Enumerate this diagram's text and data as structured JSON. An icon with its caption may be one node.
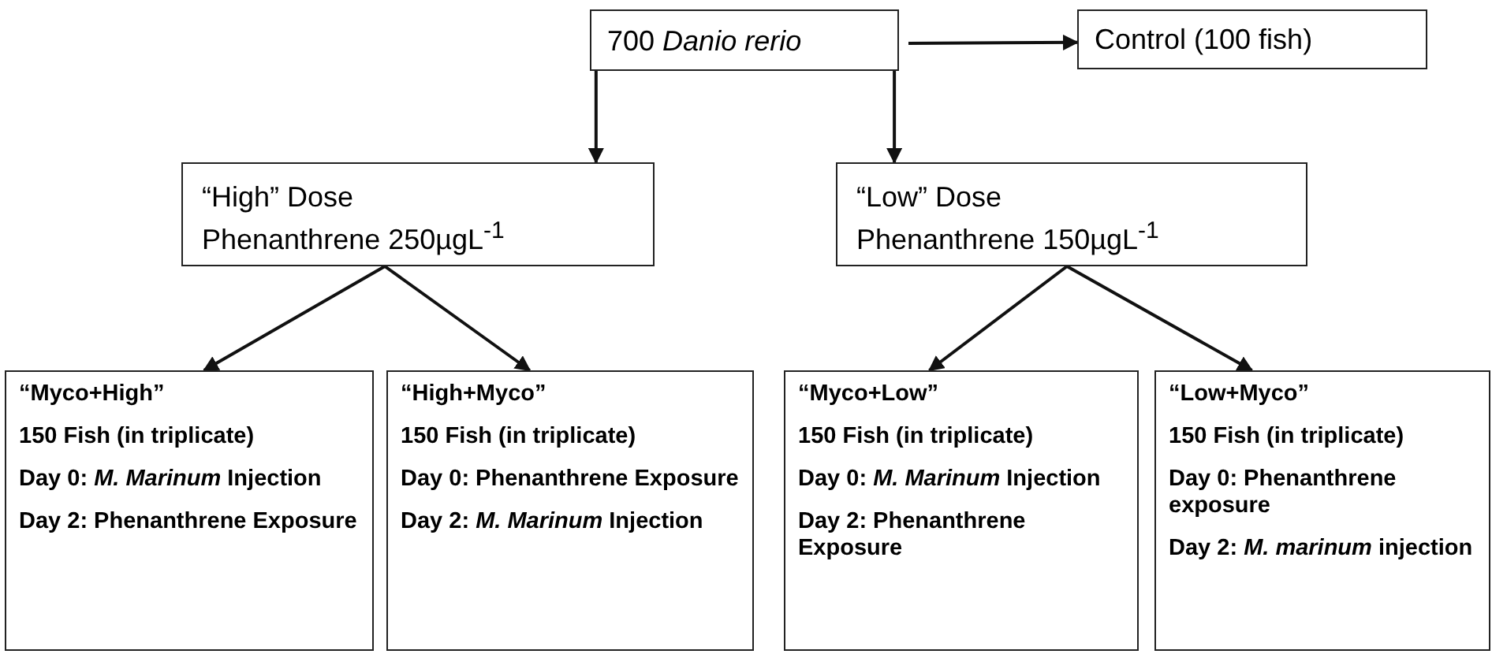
{
  "diagram": {
    "nodes": [
      {
        "text": [
          "700 *Danio rerio*"
        ]
      },
      {
        "text": [
          "Control (100 fish)"
        ]
      },
      {
        "text": [
          "“High” Dose",
          "Phenanthrene 250µgL$^{-1}$"
        ]
      },
      {
        "text": [
          "“Low” Dose",
          "Phenanthrene 150µgL$^{-1}$"
        ]
      },
      {
        "text": [
          "“Myco+High”",
          "150 Fish (in triplicate)",
          "Day 0: *M. Marinum* Injection",
          "Day 2: Phenanthrene Exposure"
        ]
      },
      {
        "text": [
          "“High+Myco”",
          "150 Fish (in triplicate)",
          "Day 0: Phenanthrene Exposure",
          "Day 2: *M. Marinum* Injection"
        ]
      },
      {
        "text": [
          "“Myco+Low”",
          "150 Fish (in triplicate)",
          "Day 0: *M. Marinum* Injection",
          "Day 2: Phenanthrene Exposure"
        ]
      },
      {
        "text": [
          "“Low+Myco”",
          "150 Fish (in triplicate)",
          "Day 0: Phenanthrene exposure",
          "Day 2: *M. marinum* injection"
        ]
      }
    ],
    "edges": [
      {
        "from": 0,
        "to": 1,
        "arrow": "to"
      },
      {
        "from": 0,
        "to": 2,
        "arrow": "to"
      },
      {
        "from": 0,
        "to": 3,
        "arrow": "to"
      },
      {
        "from": 2,
        "to": 4,
        "arrow": "to"
      },
      {
        "from": 2,
        "to": 5,
        "arrow": "to"
      },
      {
        "from": 3,
        "to": 6,
        "arrow": "to"
      },
      {
        "from": 3,
        "to": 7,
        "arrow": "to"
      }
    ]
  }
}
